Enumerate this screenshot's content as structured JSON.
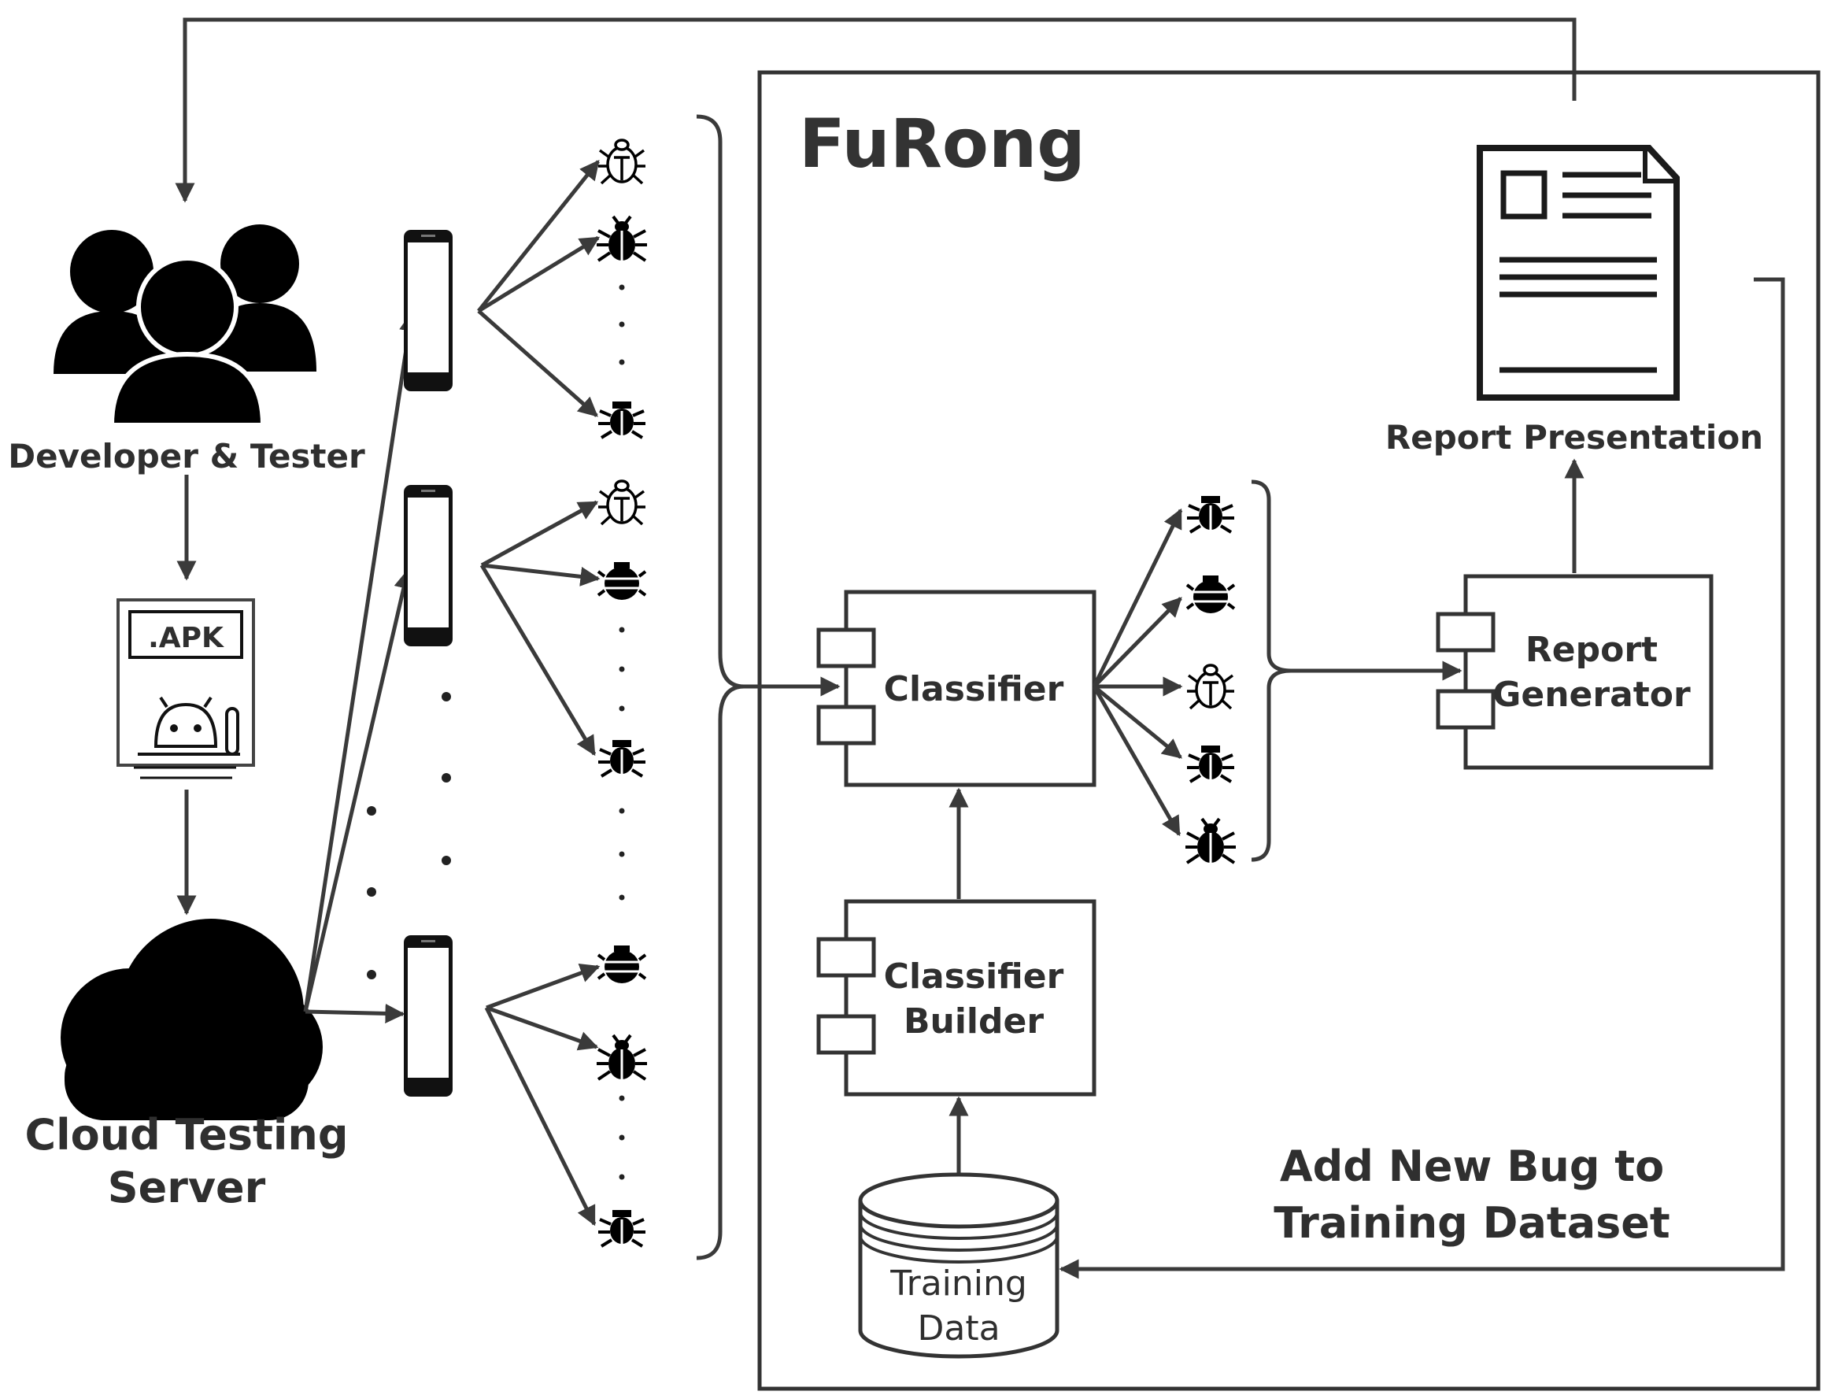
{
  "system": {
    "title": "FuRong"
  },
  "actors": {
    "developer": "Developer & Tester",
    "apk": ".APK",
    "cloud": [
      "Cloud Testing",
      "Server"
    ]
  },
  "components": {
    "classifier": "Classifier",
    "classifier_builder": [
      "Classifier",
      "Builder"
    ],
    "report_generator": [
      "Report",
      "Generator"
    ],
    "report_presentation": "Report Presentation",
    "training_data": [
      "Training",
      "Data"
    ]
  },
  "feedback_label": [
    "Add New Bug to",
    "Training Dataset"
  ],
  "icons": {
    "people": "users-group-icon",
    "apk": "apk-android-icon",
    "cloud": "cloud-icon",
    "device": "smartphone-icon",
    "bug": "bug-icon",
    "report": "document-icon",
    "database": "database-icon"
  },
  "colors": {
    "stroke": "#333333",
    "fill": "#000000",
    "background": "#ffffff"
  }
}
